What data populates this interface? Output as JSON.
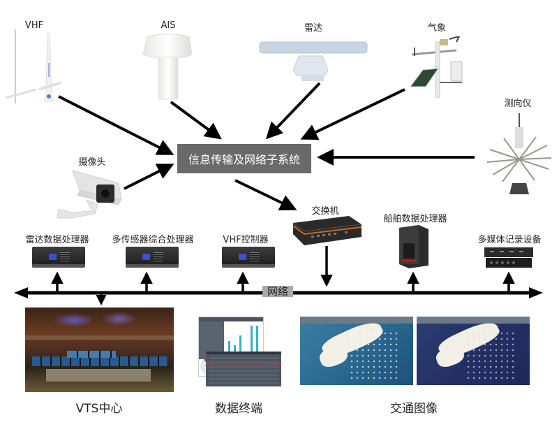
{
  "hub": {
    "label": "信息传输及网络子系统"
  },
  "network": {
    "label": "网络"
  },
  "sensors": [
    {
      "id": "vhf",
      "label": "VHF",
      "icon": "vhf-antenna-icon"
    },
    {
      "id": "ais",
      "label": "AIS",
      "icon": "ais-antenna-icon"
    },
    {
      "id": "radar",
      "label": "雷达",
      "icon": "radar-antenna-icon"
    },
    {
      "id": "weather",
      "label": "气象",
      "icon": "weather-station-icon"
    },
    {
      "id": "df",
      "label": "测向仪",
      "icon": "direction-finder-icon"
    },
    {
      "id": "camera",
      "label": "摄像头",
      "icon": "cctv-camera-icon"
    }
  ],
  "switch": {
    "label": "交换机",
    "icon": "network-switch-icon"
  },
  "devices": [
    {
      "id": "radar-processor",
      "label": "雷达数据处理器",
      "icon": "rack-server-icon"
    },
    {
      "id": "multi-sensor",
      "label": "多传感器综合处理器",
      "icon": "rack-server-icon"
    },
    {
      "id": "vhf-controller",
      "label": "VHF控制器",
      "icon": "rack-server-icon"
    },
    {
      "id": "ship-processor",
      "label": "船舶数据处理器",
      "icon": "tower-server-icon"
    },
    {
      "id": "media-recorder",
      "label": "多媒体记录设备",
      "icon": "media-recorder-icon"
    }
  ],
  "outputs": [
    {
      "id": "vts",
      "label": "VTS中心"
    },
    {
      "id": "terminal",
      "label": "数据终端"
    },
    {
      "id": "traffic",
      "label": "交通图像"
    }
  ],
  "colors": {
    "hub_bg": "#6a6a6a",
    "arrow": "#000000",
    "net_label_bg": "#a9a9a9"
  }
}
